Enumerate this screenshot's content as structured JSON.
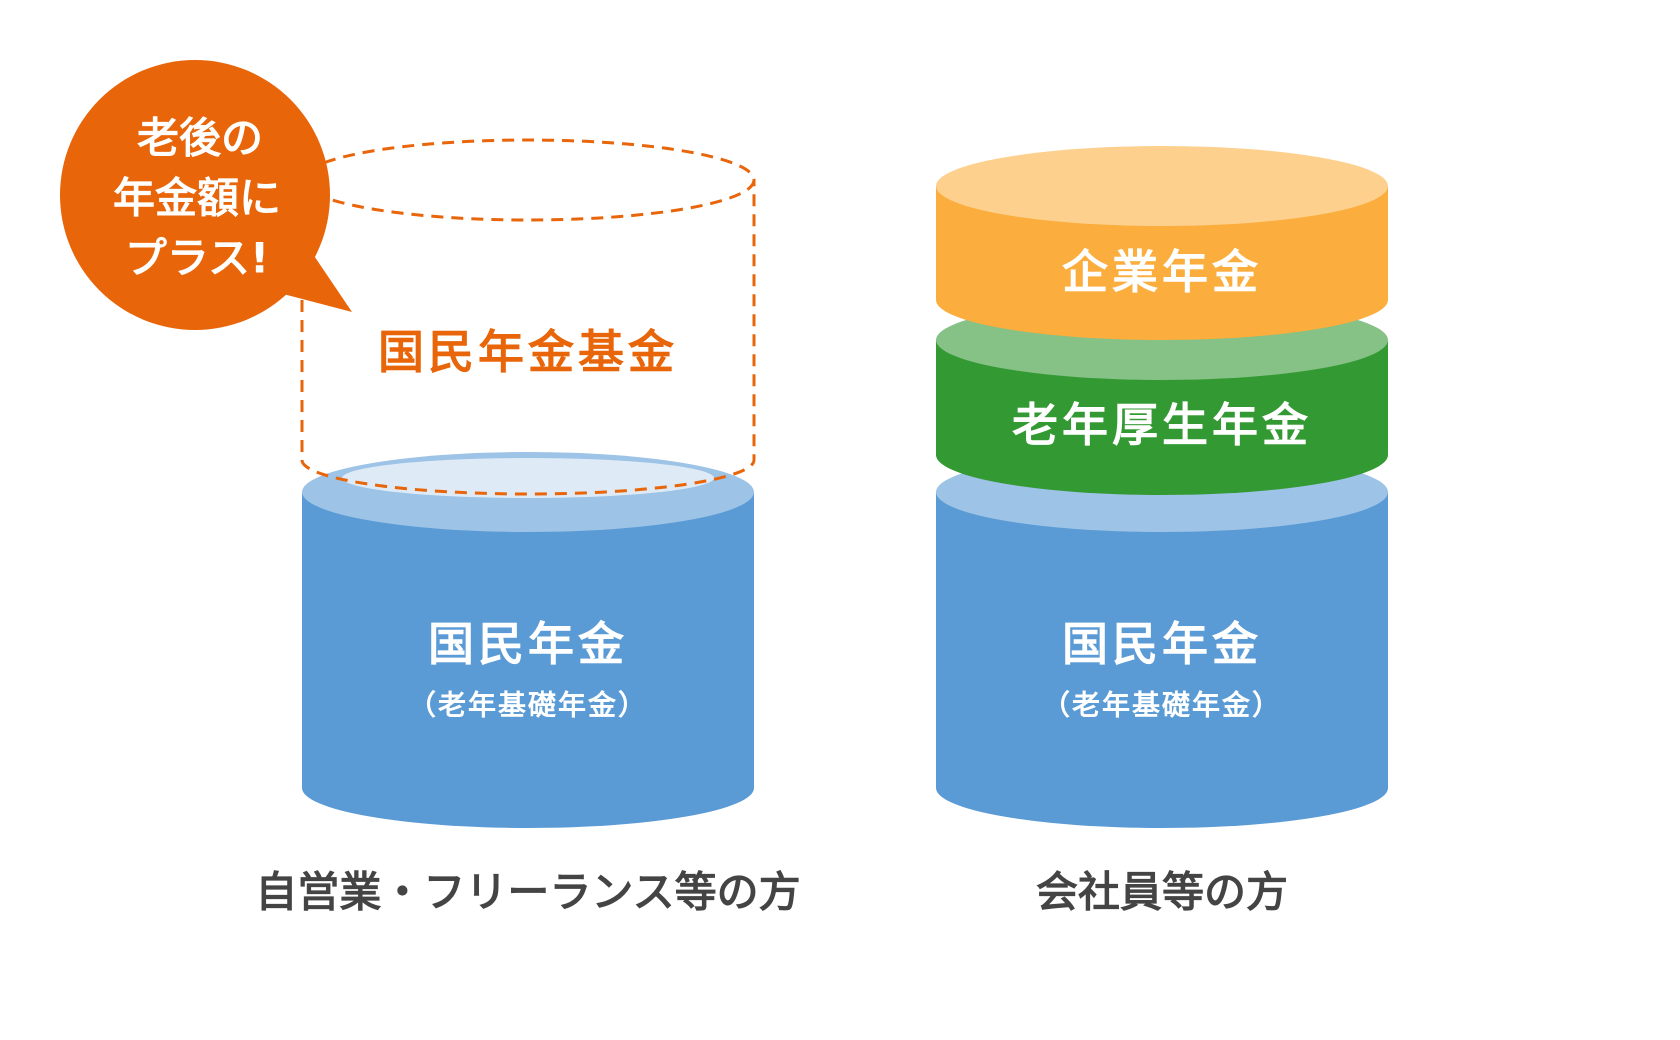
{
  "colors": {
    "orange": "#e8650a",
    "blue_body": "#5b9bd5",
    "blue_top": "#9dc3e6",
    "blue_top_inner": "#deebf7",
    "green_body": "#339933",
    "green_top": "#86c186",
    "yellow_body": "#fbad3d",
    "yellow_top": "#fed08e",
    "caption_text": "#444444",
    "white": "#ffffff"
  },
  "bubble": {
    "lines": [
      "老後の",
      "年金額に",
      "プラス!"
    ]
  },
  "left_stack": {
    "dashed_cylinder_label": "国民年金基金",
    "base_cylinder_label": "国民年金",
    "base_cylinder_sublabel": "（老年基礎年金）",
    "caption": "自営業・フリーランス等の方"
  },
  "right_stack": {
    "top_cylinder_label": "企業年金",
    "middle_cylinder_label": "老年厚生年金",
    "base_cylinder_label": "国民年金",
    "base_cylinder_sublabel": "（老年基礎年金）",
    "caption": "会社員等の方"
  }
}
